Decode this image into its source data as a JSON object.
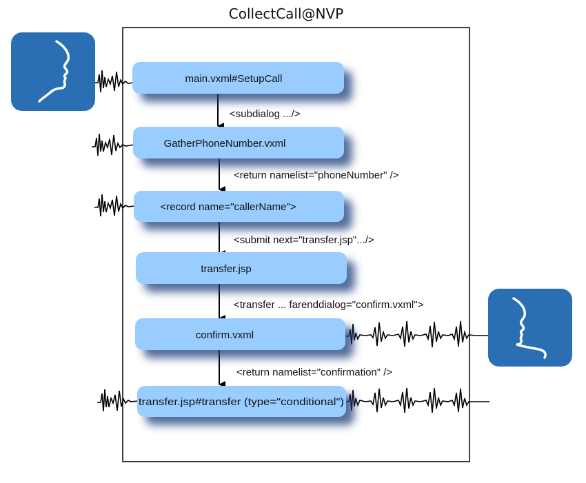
{
  "title": "CollectCall@NVP",
  "nodes": [
    {
      "id": "n1",
      "label": "main.vxml#SetupCall"
    },
    {
      "id": "n2",
      "label": "GatherPhoneNumber.vxml"
    },
    {
      "id": "n3",
      "label": "<record name=\"callerName\">"
    },
    {
      "id": "n4",
      "label": "transfer.jsp"
    },
    {
      "id": "n5",
      "label": "confirm.vxml"
    },
    {
      "id": "n6",
      "label": "transfer.jsp#transfer (type=\"conditional\")"
    }
  ],
  "edges": [
    {
      "from": "n1",
      "to": "n2",
      "label": "<subdialog .../>"
    },
    {
      "from": "n2",
      "to": "n3",
      "label": "<return namelist=\"phoneNumber\" />"
    },
    {
      "from": "n3",
      "to": "n4",
      "label": "<submit next=\"transfer.jsp\".../>"
    },
    {
      "from": "n4",
      "to": "n5",
      "label": "<transfer ... farenddialog=\"confirm.vxml\">"
    },
    {
      "from": "n5",
      "to": "n6",
      "label": "<return namelist=\"confirmation\" />"
    }
  ],
  "icons": [
    {
      "name": "caller-speaker-icon"
    },
    {
      "name": "callee-speaker-icon"
    }
  ],
  "colors": {
    "node_fill": "#99ccff",
    "node_shadow": "#1e3f7a",
    "icon_bg": "#2a6fb4",
    "line": "#000000"
  }
}
